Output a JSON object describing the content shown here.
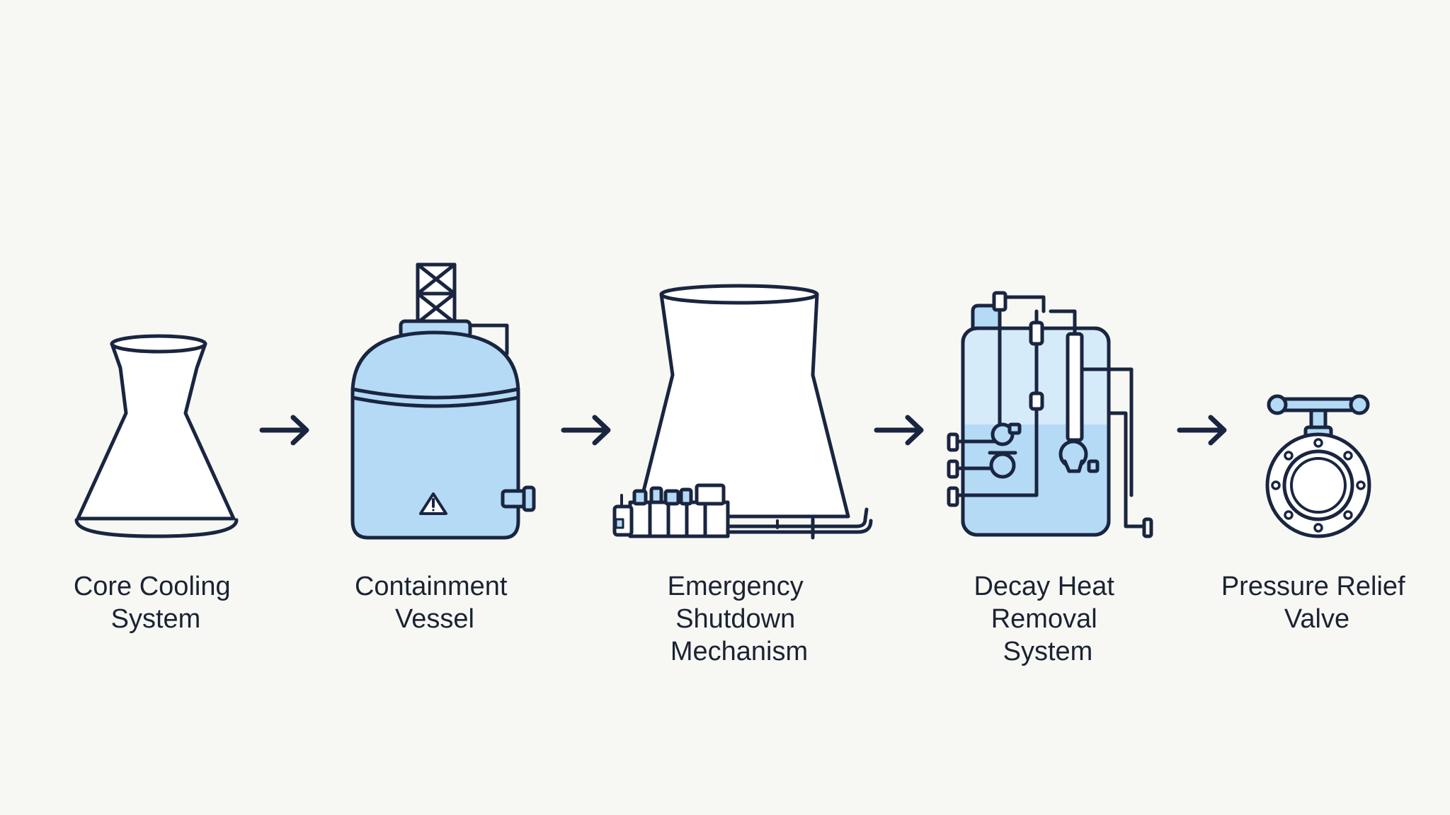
{
  "diagram": {
    "colors": {
      "background": "#f7f8f4",
      "stroke": "#1a2540",
      "fill_light": "#b4daf5",
      "fill_lighter": "#d6ebf9",
      "fill_white": "#ffffff"
    },
    "steps": [
      {
        "id": "core-cooling",
        "icon": "cooling-tower-icon",
        "label_lines": [
          "Core Cooling",
          "System"
        ]
      },
      {
        "id": "containment",
        "icon": "containment-vessel-icon",
        "label_lines": [
          "Containment",
          "Vessel"
        ]
      },
      {
        "id": "emergency",
        "icon": "shutdown-tower-icon",
        "label_lines": [
          "Emergency",
          "Shutdown",
          "Mechanism"
        ]
      },
      {
        "id": "decay-heat",
        "icon": "decay-heat-tank-icon",
        "label_lines": [
          "Decay Heat",
          "Removal",
          "System"
        ]
      },
      {
        "id": "pressure",
        "icon": "pressure-valve-icon",
        "label_lines": [
          "Pressure Relief",
          "Valve"
        ]
      }
    ],
    "arrows": [
      {
        "from": "core-cooling",
        "to": "containment",
        "icon": "arrow-right-icon"
      },
      {
        "from": "containment",
        "to": "emergency",
        "icon": "arrow-right-icon"
      },
      {
        "from": "emergency",
        "to": "decay-heat",
        "icon": "arrow-right-icon"
      },
      {
        "from": "decay-heat",
        "to": "pressure",
        "icon": "arrow-right-icon"
      }
    ]
  }
}
